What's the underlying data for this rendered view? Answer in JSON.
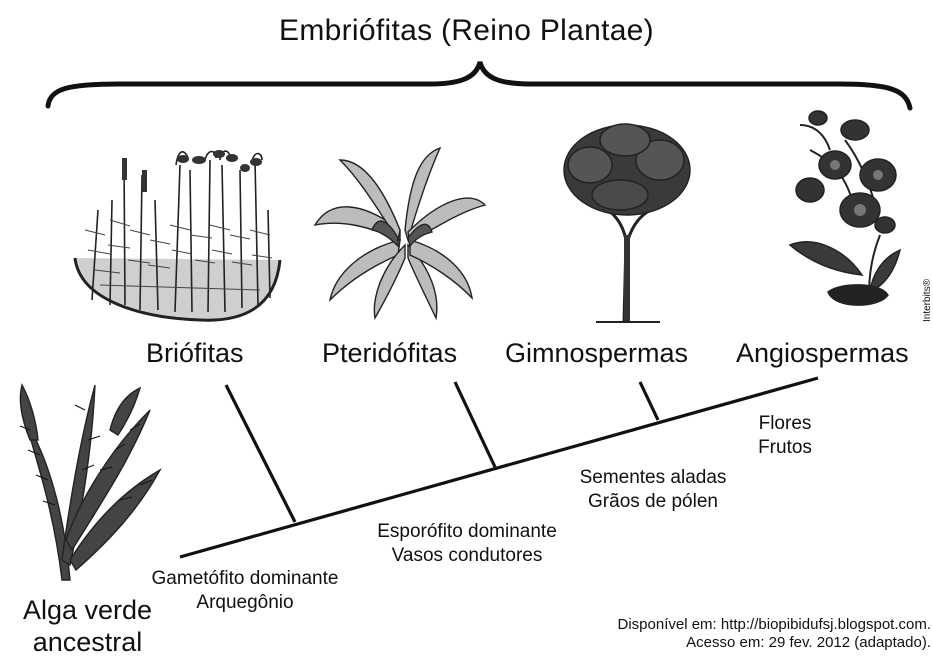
{
  "title": "Embriófitas (Reino Plantae)",
  "groups": {
    "briofitas": "Briófitas",
    "pteridofitas": "Pteridófitas",
    "gimnospermas": "Gimnospermas",
    "angiospermas": "Angiospermas"
  },
  "traits": {
    "node1": [
      "Gametófito dominante",
      "Arquegônio"
    ],
    "node2": [
      "Esporófito dominante",
      "Vasos condutores"
    ],
    "node3": [
      "Sementes aladas",
      "Grãos de pólen"
    ],
    "node4": [
      "Flores",
      "Frutos"
    ]
  },
  "ancestor": [
    "Alga verde",
    "ancestral"
  ],
  "credit": [
    "Disponível em: http://biopibidufsj.blogspot.com.",
    "Acesso em: 29 fev. 2012 (adaptado)."
  ],
  "watermark": "Interbits®",
  "icons": [
    "moss-illustration",
    "fern-illustration",
    "tree-illustration",
    "orchid-illustration",
    "green-alga-illustration"
  ]
}
